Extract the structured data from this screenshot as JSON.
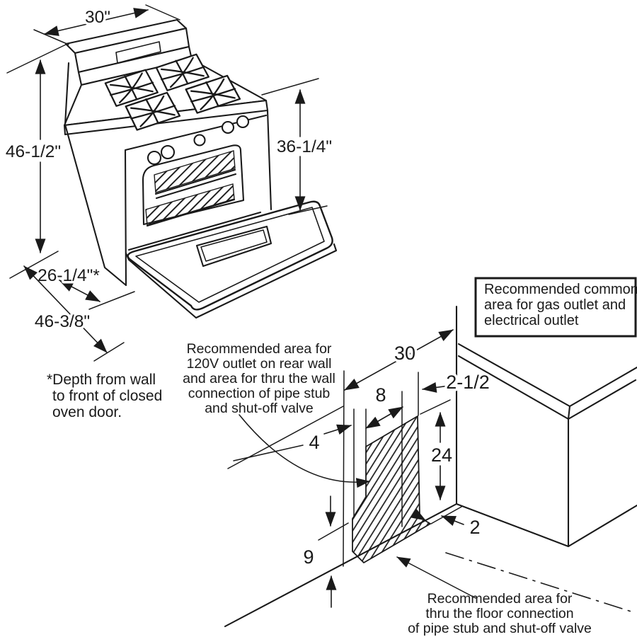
{
  "title": "Gas range installation dimensions diagram",
  "colors": {
    "line": "#1a1a1a",
    "background": "#ffffff"
  },
  "range_view": {
    "width": "30\"",
    "height_overall": "46-1/2\"",
    "height_cooktop": "36-1/4\"",
    "depth_to_door": "26-1/4\"*",
    "depth_overall": "46-3/8\"",
    "footnote": [
      "*Depth from wall",
      "to front of closed",
      "oven door."
    ]
  },
  "install_view": {
    "common_area_note": [
      "Recommended common",
      "area for gas outlet and",
      "electrical outlet"
    ],
    "rear_wall_note": [
      "Recommended area for",
      "120V outlet on rear wall",
      "and area for thru the wall",
      "connection of pipe stub",
      "and shut-off valve"
    ],
    "floor_note": [
      "Recommended area for",
      "thru the floor connection",
      "of pipe stub and shut-off valve"
    ],
    "dims": {
      "wall_width": "30",
      "corner_offset": "2-1/2",
      "area_width": "8",
      "area_left_offset": "4",
      "area_height": "24",
      "area_bottom_height": "9",
      "floor_strip_depth": "2"
    }
  }
}
